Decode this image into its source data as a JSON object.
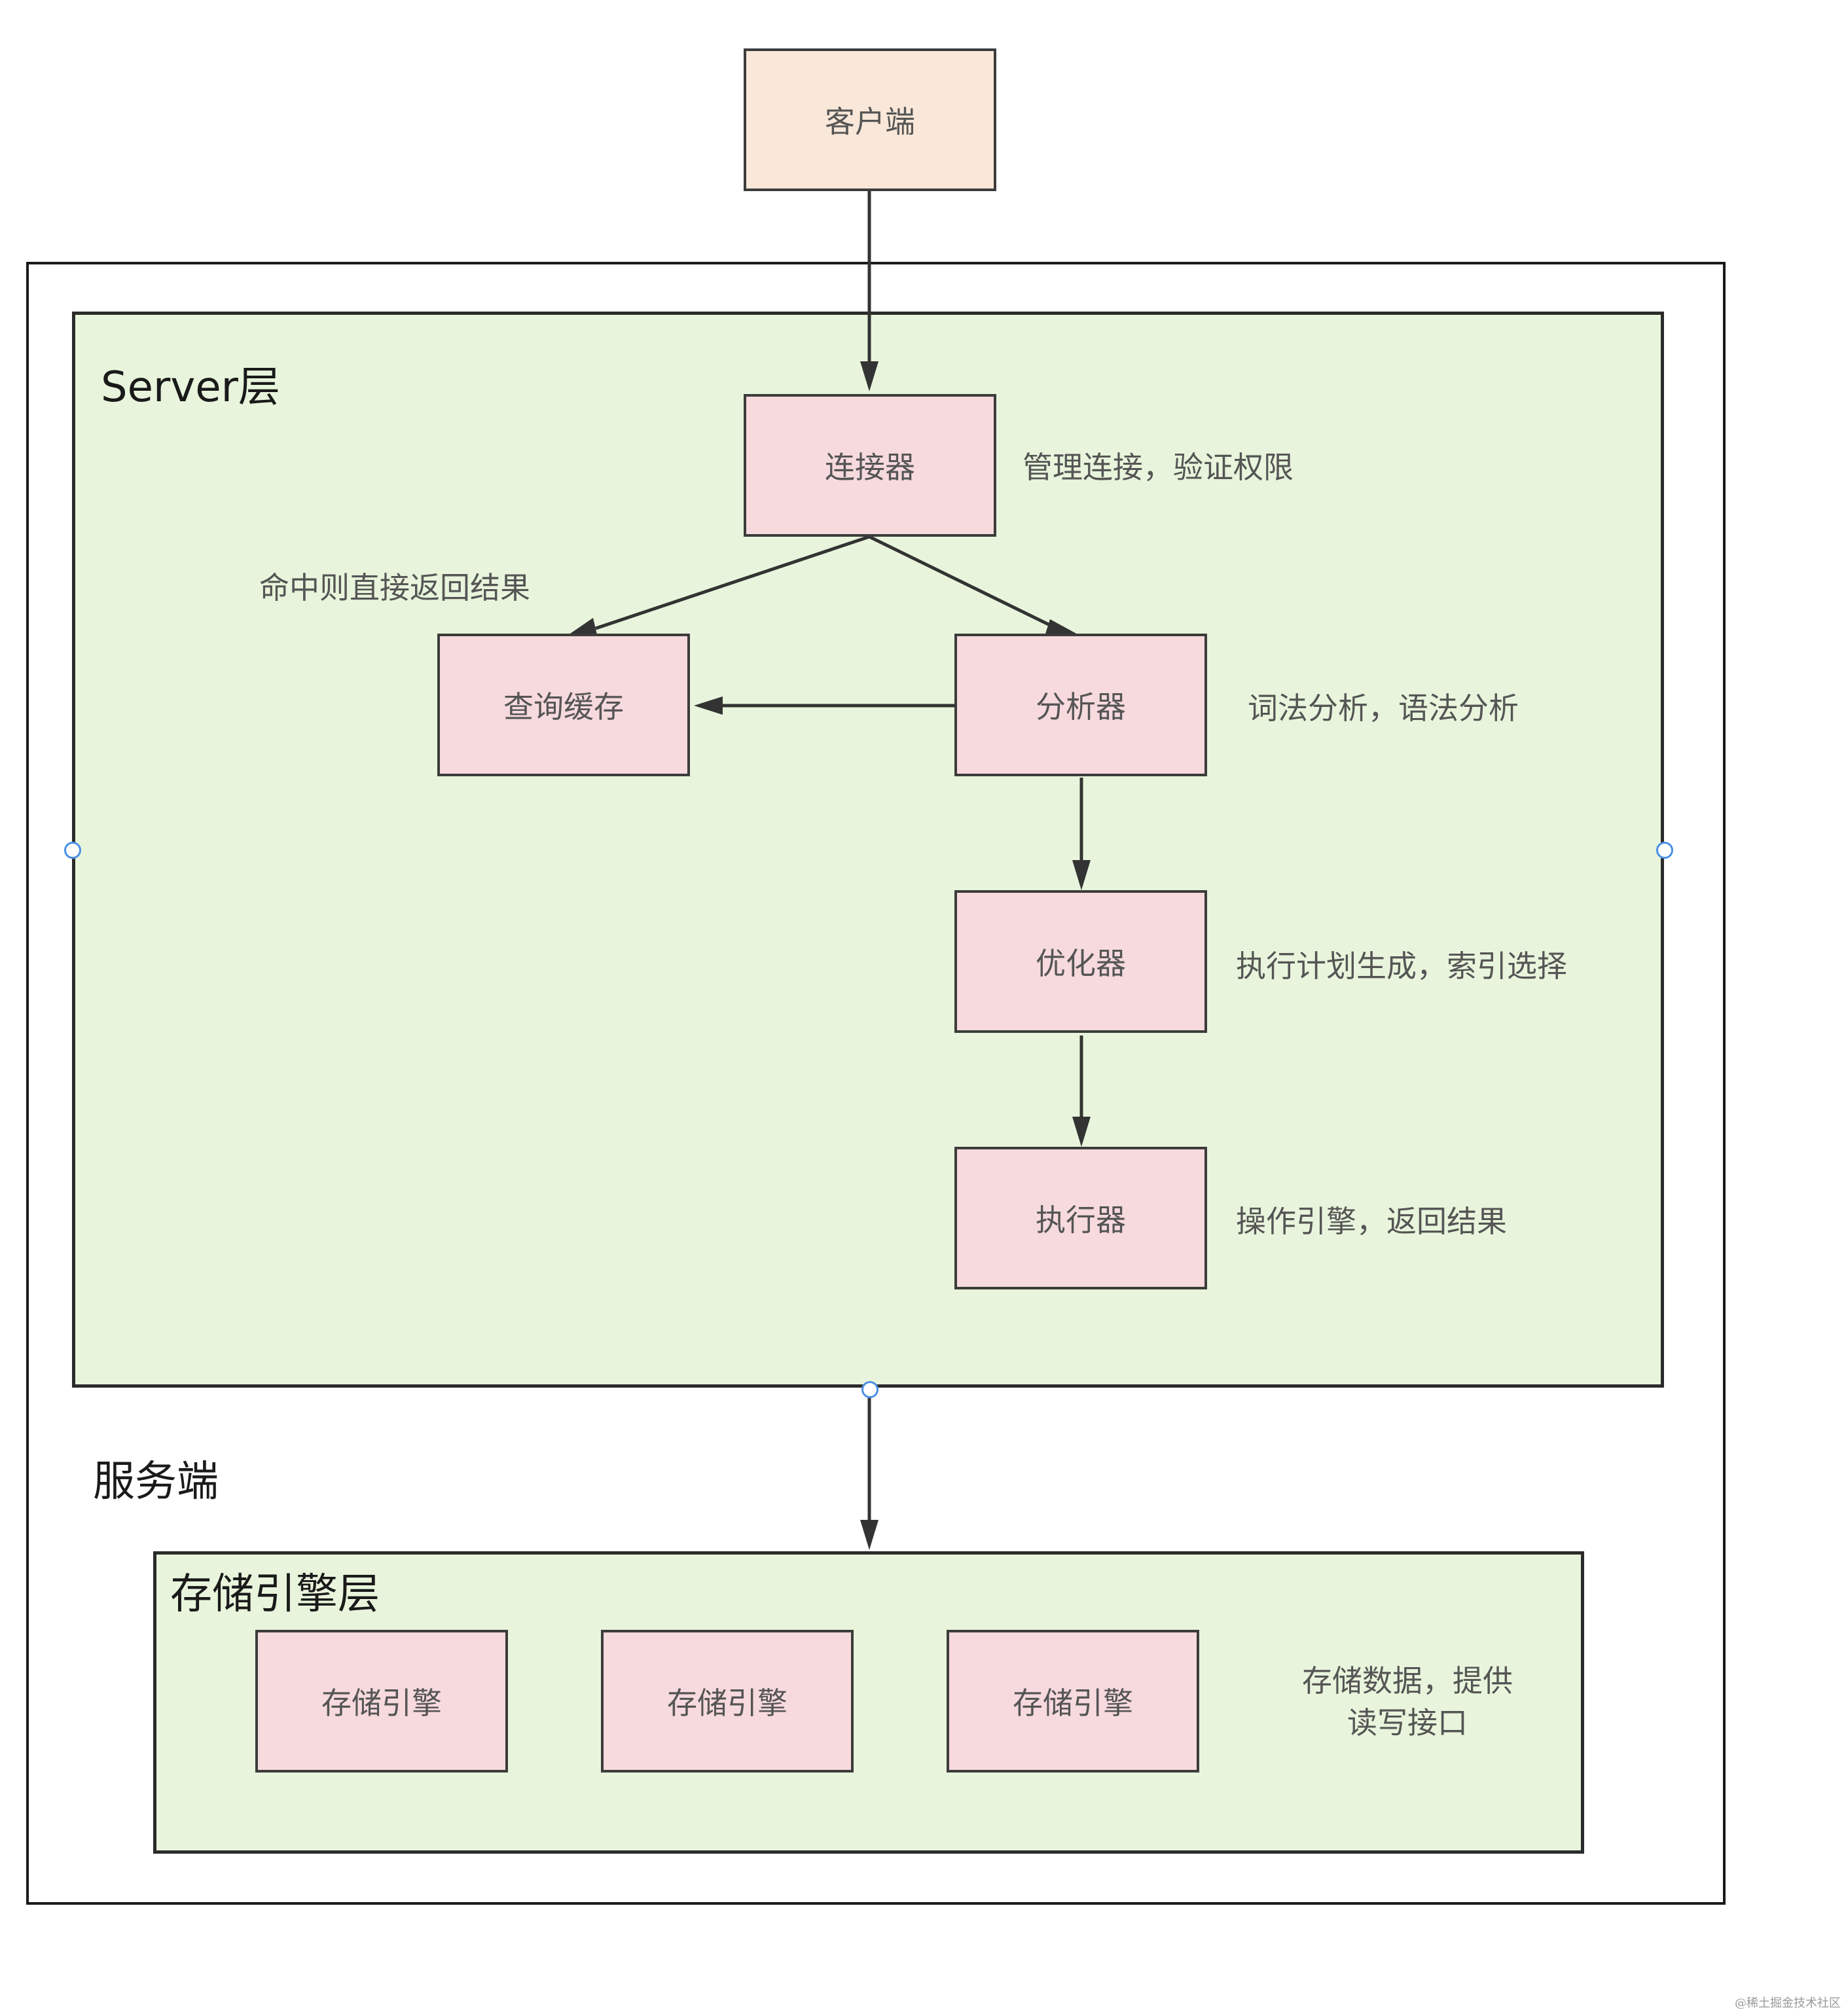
{
  "nodes": {
    "client": "客户端",
    "connector": "连接器",
    "query_cache": "查询缓存",
    "analyzer": "分析器",
    "optimizer": "优化器",
    "executor": "执行器",
    "engine1": "存储引擎",
    "engine2": "存储引擎",
    "engine3": "存储引擎"
  },
  "notes": {
    "connector": "管理连接，验证权限",
    "cache_hit": "命中则直接返回结果",
    "analyzer": "词法分析，语法分析",
    "optimizer": "执行计划生成，索引选择",
    "executor": "操作引擎，返回结果",
    "storage_line1": "存储数据，提供",
    "storage_line2": "读写接口"
  },
  "layers": {
    "server": "Server层",
    "server_side": "服务端",
    "storage": "存储引擎层"
  },
  "watermark": "@稀土掘金技术社区",
  "colors": {
    "layer_fill": "#e8f5dc",
    "node_fill": "#f7dadd",
    "client_fill": "#f9e8d9",
    "handle": "#4a8fe7"
  }
}
